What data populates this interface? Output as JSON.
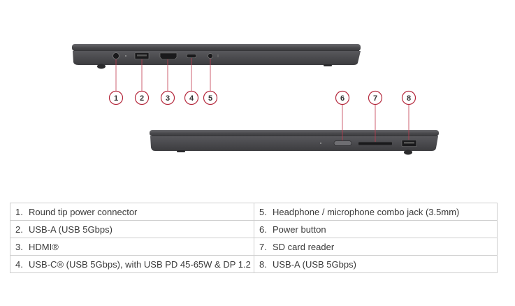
{
  "colors": {
    "chassis": "#4a4a4d",
    "chassis_edge": "#2f2f32",
    "callout_ring": "#b4283c",
    "leader_line": "#c03a4e",
    "table_border": "#cfcfcf"
  },
  "callouts": [
    {
      "number": "1"
    },
    {
      "number": "2"
    },
    {
      "number": "3"
    },
    {
      "number": "4"
    },
    {
      "number": "5"
    },
    {
      "number": "6"
    },
    {
      "number": "7"
    },
    {
      "number": "8"
    }
  ],
  "ports_table": {
    "rows": [
      {
        "left": {
          "num": "1.",
          "label": "Round tip power connector"
        },
        "right": {
          "num": "5.",
          "label": "Headphone / microphone combo jack (3.5mm)"
        }
      },
      {
        "left": {
          "num": "2.",
          "label": "USB-A (USB 5Gbps)"
        },
        "right": {
          "num": "6.",
          "label": "Power button"
        }
      },
      {
        "left": {
          "num": "3.",
          "label": "HDMI®"
        },
        "right": {
          "num": "7.",
          "label": "SD card reader"
        }
      },
      {
        "left": {
          "num": "4.",
          "label": "USB-C® (USB 5Gbps), with USB PD 45-65W & DP 1.2"
        },
        "right": {
          "num": "8.",
          "label": "USB-A (USB 5Gbps)"
        }
      }
    ]
  }
}
